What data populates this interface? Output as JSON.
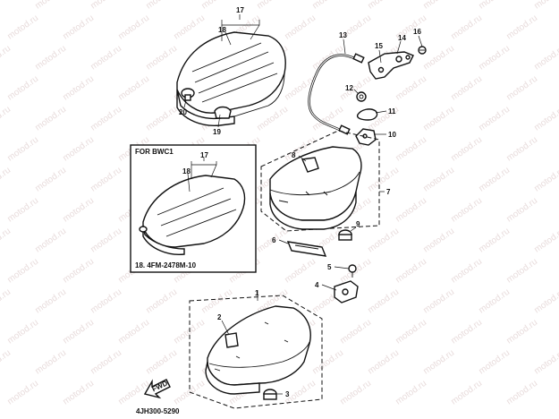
{
  "watermark": "motod.ru",
  "inset": {
    "title": "FOR BWC1",
    "note": "18. 4FM-2478M-10"
  },
  "footer_code": "4JH300-5290",
  "fwd_label": "FWD",
  "callouts": [
    {
      "id": "c1",
      "text": "1"
    },
    {
      "id": "c2",
      "text": "2"
    },
    {
      "id": "c3",
      "text": "3"
    },
    {
      "id": "c4",
      "text": "4"
    },
    {
      "id": "c5",
      "text": "5"
    },
    {
      "id": "c6",
      "text": "6"
    },
    {
      "id": "c7",
      "text": "7"
    },
    {
      "id": "c8",
      "text": "8"
    },
    {
      "id": "c9",
      "text": "9"
    },
    {
      "id": "c10",
      "text": "10"
    },
    {
      "id": "c11",
      "text": "11"
    },
    {
      "id": "c12",
      "text": "12"
    },
    {
      "id": "c13",
      "text": "13"
    },
    {
      "id": "c14",
      "text": "14"
    },
    {
      "id": "c15",
      "text": "15"
    },
    {
      "id": "c16",
      "text": "16"
    },
    {
      "id": "c17",
      "text": "17"
    },
    {
      "id": "c18",
      "text": "18"
    },
    {
      "id": "c19",
      "text": "19"
    },
    {
      "id": "c20",
      "text": "20"
    },
    {
      "id": "c17b",
      "text": "17"
    },
    {
      "id": "c18b",
      "text": "18"
    }
  ]
}
